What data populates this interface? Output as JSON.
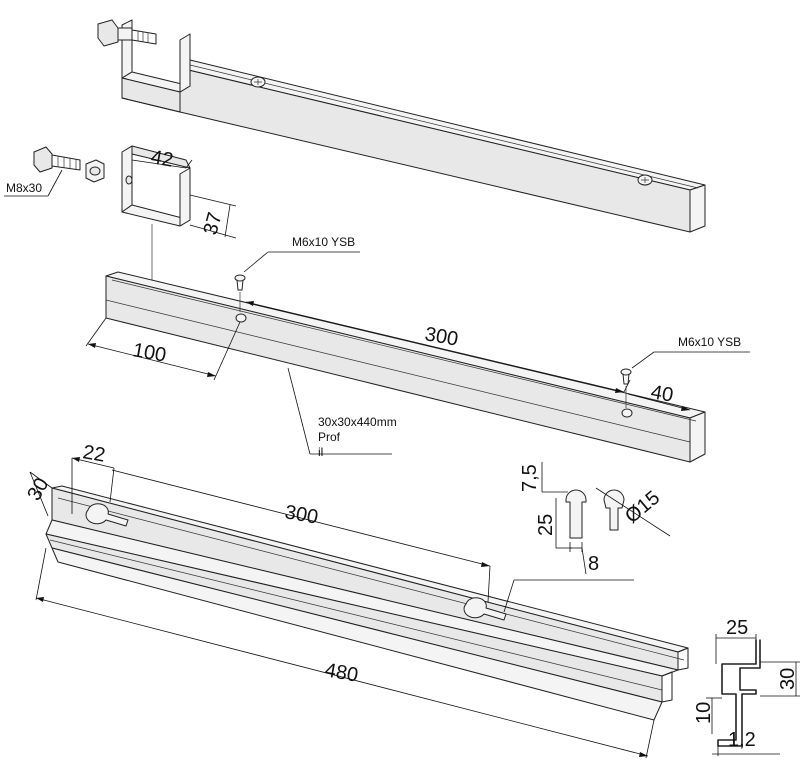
{
  "dimensions": {
    "bracket_width": "42",
    "bracket_depth": "37",
    "offset_start": "100",
    "hole_spacing_tube": "300",
    "offset_end": "40",
    "slot_offset": "22",
    "rail_height": "30",
    "slot_spacing_rail": "300",
    "rail_length": "480",
    "keyhole_top": "7,5",
    "keyhole_height": "25",
    "keyhole_width": "8",
    "keyhole_diameter": "Ø15",
    "profile_width": "25",
    "profile_height": "30",
    "profile_lip": "10",
    "profile_thickness": "1,2"
  },
  "labels": {
    "bolt": "M8x30",
    "screw_1": "M6x10 YSB",
    "screw_2": "M6x10 YSB",
    "tube_line1": "30x30x440mm",
    "tube_line2": "Prof",
    "tube_line3": "il"
  }
}
